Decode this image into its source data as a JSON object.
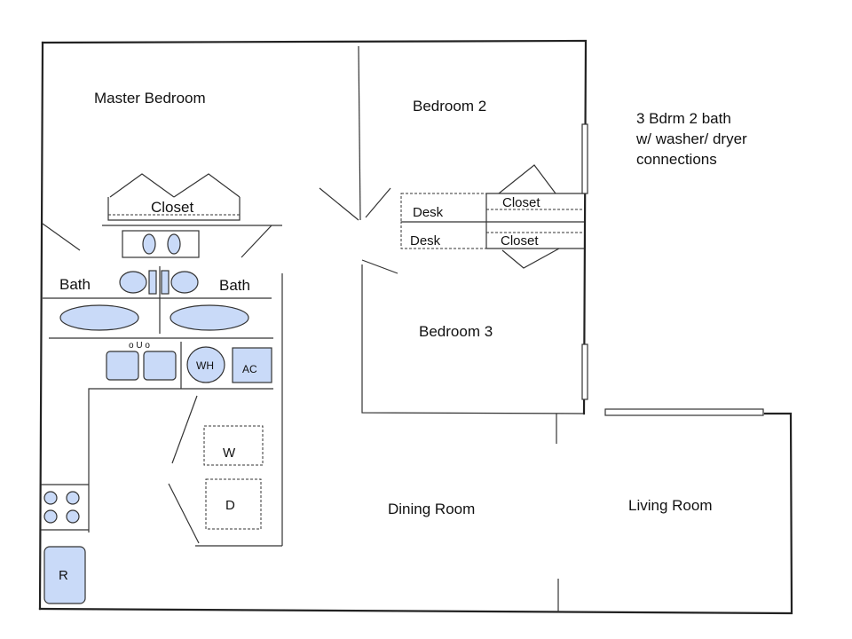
{
  "labels": {
    "master_bedroom": "Master Bedroom",
    "bedroom2": "Bedroom 2",
    "bedroom3": "Bedroom 3",
    "closet_master": "Closet",
    "closet_top": "Closet",
    "closet_bottom": "Closet",
    "desk_top": "Desk",
    "desk_bottom": "Desk",
    "bath_left": "Bath",
    "bath_right": "Bath",
    "dining_room": "Dining Room",
    "living_room": "Living Room",
    "washer": "W",
    "dryer": "D",
    "water_heater": "WH",
    "ac": "AC",
    "refrigerator": "R",
    "sink_mark": "o U o"
  },
  "note": {
    "line1": "3 Bdrm 2 bath",
    "line2": "w/ washer/ dryer",
    "line3": "connections"
  },
  "colors": {
    "fixture_fill": "#c9daf8",
    "line": "#222222"
  }
}
